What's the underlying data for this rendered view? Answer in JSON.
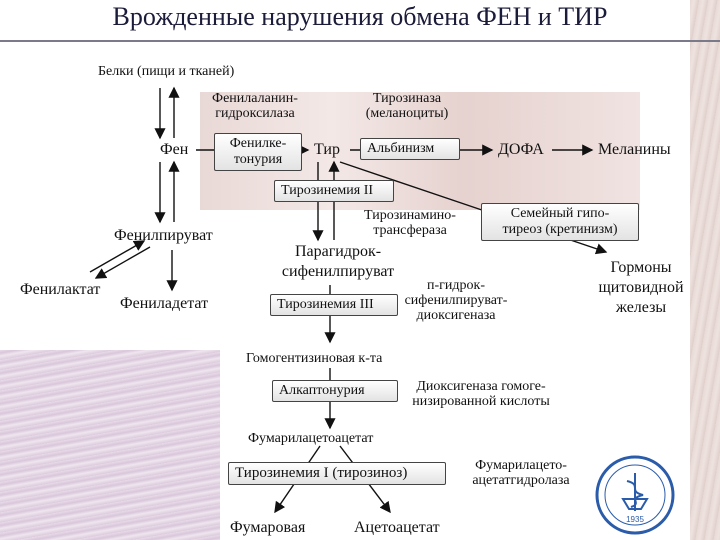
{
  "title": "Врожденные нарушения обмена ФЕН и ТИР",
  "nodes": {
    "proteins": "Белки (пищи и тканей)",
    "phe": "Фен",
    "pah_line1": "Фенилаланин-",
    "pah_line2": "гидроксилаза",
    "pku_line1": "Фенилке-",
    "pku_line2": "тонурия",
    "tyr": "Тир",
    "tyrosinase_line1": "Тирозиназа",
    "tyrosinase_line2": "(меланоциты)",
    "albinism": "Альбинизм",
    "dopa": "ДОФА",
    "melanins": "Меланины",
    "tyrosinemia2": "Тирозинемия II",
    "tat_line1": "Тирозинамино-",
    "tat_line2": "трансфераза",
    "hypothyroid_line1": "Семейный гипо-",
    "hypothyroid_line2": "тиреоз (кретинизм)",
    "phenylpyruvate": "Фенилпируват",
    "hpp_line1": "Парагидрок-",
    "hpp_line2": "сифенилпируват",
    "thyroid_line1": "Гормоны",
    "thyroid_line2": "щитовидной",
    "thyroid_line3": "железы",
    "phenyllactate": "Фенилактат",
    "phenylacetate": "Фениладетат",
    "tyrosinemia3": "Тирозинемия III",
    "hppd_line1": "п-гидрок-",
    "hppd_line2": "сифенилпируват-",
    "hppd_line3": "диоксигеназа",
    "homogentisic": "Гомогентизиновая к-та",
    "alkaptonuria": "Алкаптонурия",
    "hgd_line1": "Диоксигеназа гомоге-",
    "hgd_line2": "низированной кислоты",
    "fumarylacetoacetate": "Фумарилацетоацетат",
    "tyrosinemia1": "Тирозинемия I (тирозиноз)",
    "fah_line1": "Фумарилацето-",
    "fah_line2": "ацетатгидролаза",
    "fumarate": "Фумаровая",
    "acetoacetate": "Ацетоацетат"
  },
  "emblem": {
    "year": "1935"
  },
  "colors": {
    "accent_band": "#e9d9d6",
    "title": "#1b1b3a",
    "emblem_blue": "#2a5caa"
  }
}
